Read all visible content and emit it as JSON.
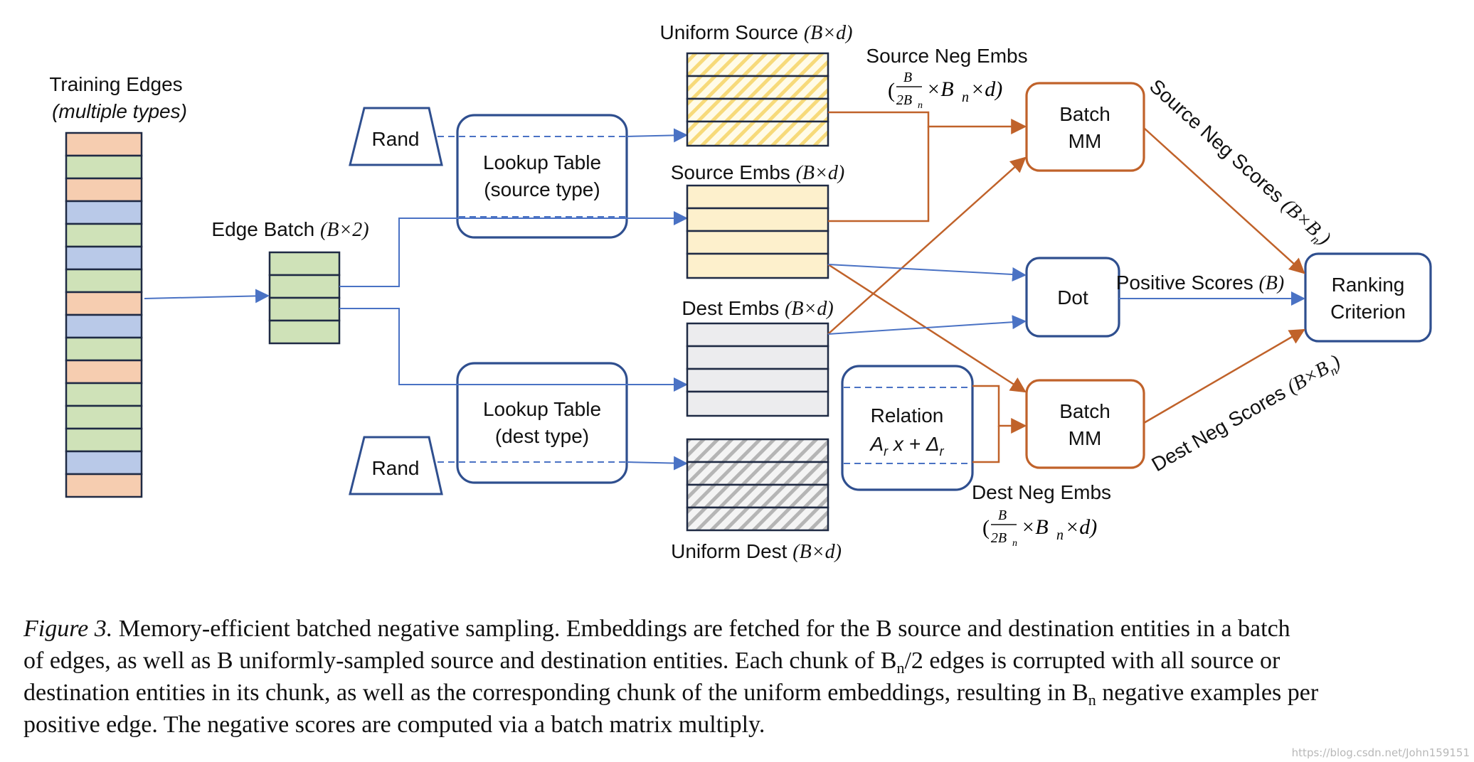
{
  "labels": {
    "training_edges": "Training Edges",
    "multiple_types": "(multiple types)",
    "edge_batch": "Edge Batch",
    "edge_batch_dim": "(B×2)",
    "rand_top": "Rand",
    "rand_bottom": "Rand",
    "lookup_source_1": "Lookup Table",
    "lookup_source_2": "(source type)",
    "lookup_dest_1": "Lookup Table",
    "lookup_dest_2": "(dest type)",
    "uniform_source": "Uniform Source",
    "uniform_source_dim": "(B×d)",
    "source_embs": "Source Embs",
    "source_embs_dim": "(B×d)",
    "dest_embs": "Dest Embs",
    "dest_embs_dim": "(B×d)",
    "uniform_dest": "Uniform Dest",
    "uniform_dest_dim": "(B×d)",
    "source_neg_embs": "Source Neg Embs",
    "dest_neg_embs": "Dest Neg Embs",
    "frac_num": "B",
    "frac_den": "2B",
    "frac_den_sub": "n",
    "neg_embs_tail": "×B",
    "neg_embs_tail_sub": "n",
    "neg_embs_end": "×d)",
    "open_paren": "(",
    "batch_mm_1a": "Batch",
    "batch_mm_1b": "MM",
    "batch_mm_2a": "Batch",
    "batch_mm_2b": "MM",
    "dot": "Dot",
    "relation": "Relation",
    "relation_formula_a": "A",
    "relation_formula_sub_r": "r",
    "relation_formula_b": " x + Δ",
    "relation_formula_sub_r2": "r",
    "ranking_1": "Ranking",
    "ranking_2": "Criterion",
    "positive_scores": "Positive Scores",
    "positive_scores_dim": "(B)",
    "source_neg_scores": "Source Neg Scores",
    "source_neg_scores_dim": "(B×B",
    "dest_neg_scores": "Dest Neg Scores",
    "dest_neg_scores_dim": "(B×B",
    "scores_sub": "n",
    "close_paren": ")"
  },
  "training_edges_colors": [
    "peach",
    "green",
    "peach",
    "blue",
    "green",
    "blue",
    "green",
    "peach",
    "blue",
    "green",
    "peach",
    "green",
    "green",
    "green",
    "blue",
    "peach"
  ],
  "colors": {
    "peach": "#f6cdb0",
    "green": "#cfe2b8",
    "blue": "#b9c9e8",
    "cream": "#fdf0cc",
    "grey": "#ececee",
    "yellow_hatch": "#f7da7a",
    "grey_hatch": "#b5b5b5",
    "node_blue": "#2f4f8f",
    "node_orange": "#c0622a",
    "arrow_blue": "#4a72c4"
  },
  "caption": {
    "figure_label": "Figure 3.",
    "line1": " Memory-efficient batched negative sampling.  Embeddings are fetched for the B source and destination entities in a batch",
    "line2": "of edges, as well as B uniformly-sampled source and destination entities. Each chunk of B",
    "line2_sub": "n",
    "line2_end": "/2 edges is corrupted with all source or",
    "line3": "destination entities in its chunk, as well as the corresponding chunk of the uniform embeddings, resulting in B",
    "line3_sub": "n",
    "line3_end": " negative examples per",
    "line4": "positive edge. The negative scores are computed via a batch matrix multiply."
  },
  "watermark": "https://blog.csdn.net/John159151"
}
